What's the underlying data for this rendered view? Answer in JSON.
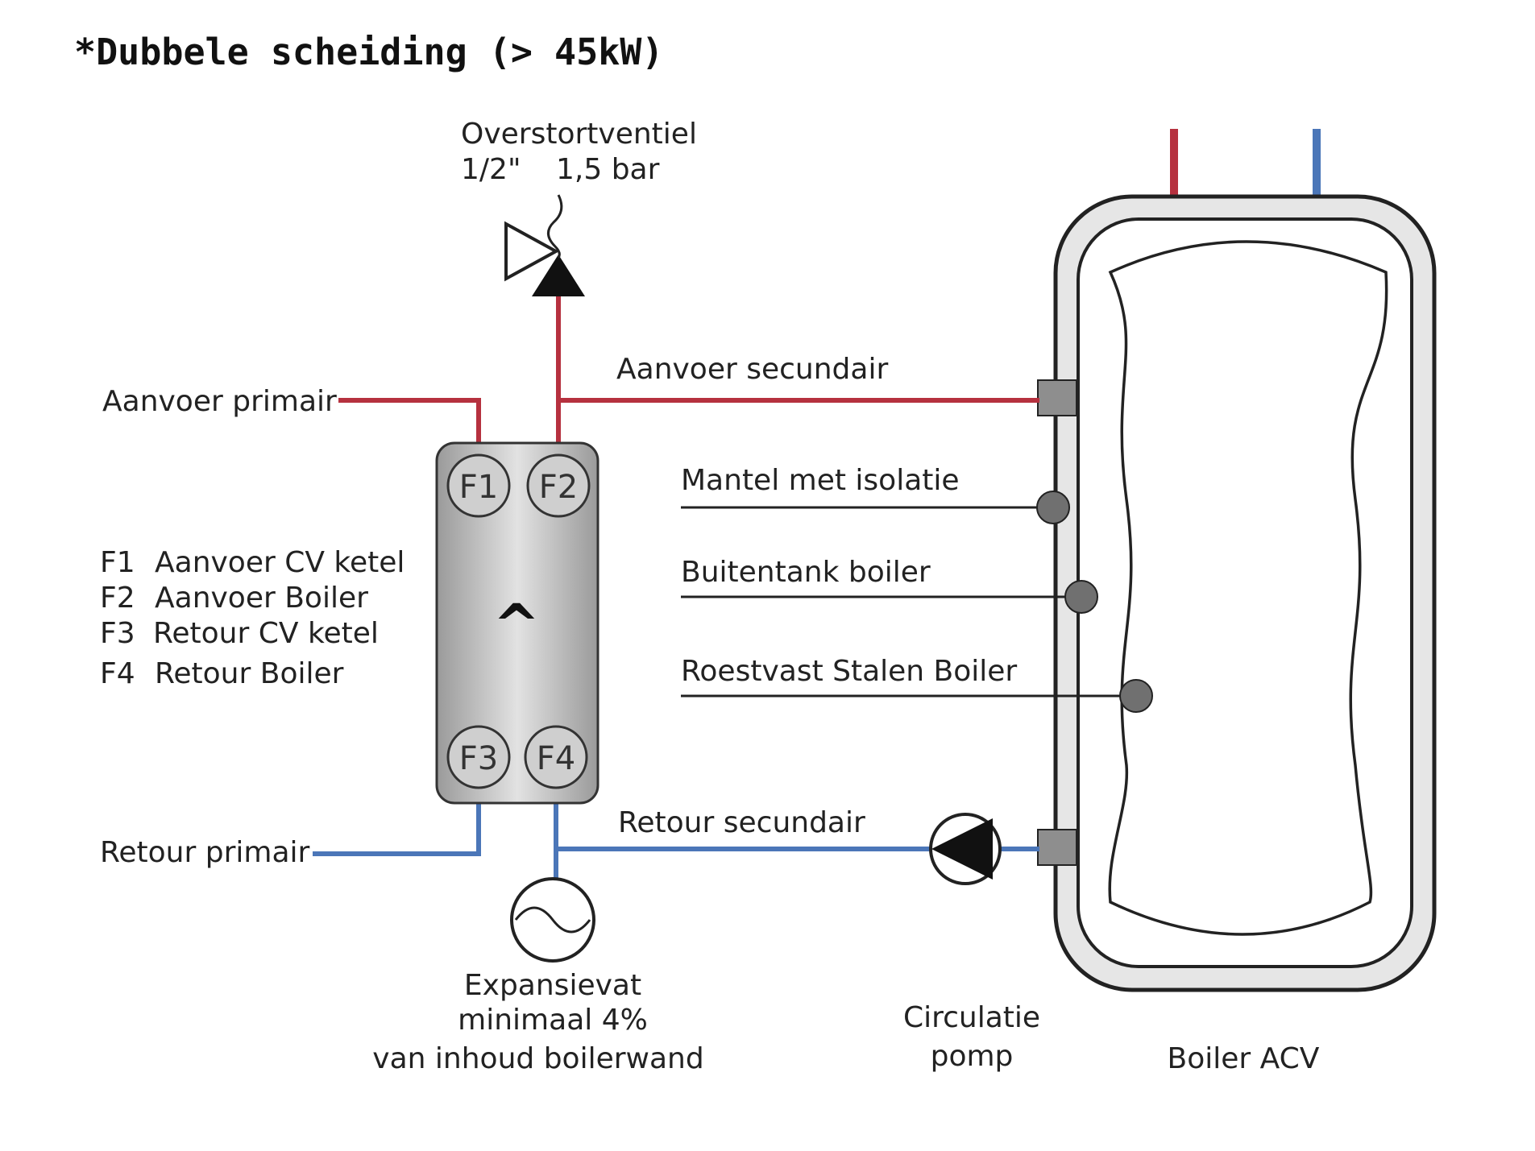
{
  "title": "*Dubbele scheiding (> 45kW)",
  "colors": {
    "supply": "#b6313f",
    "return": "#4b76b8",
    "outline": "#222222",
    "jacket_fill": "#e6e6e6",
    "node_fill": "#707070"
  },
  "relief_valve": {
    "name": "Overstortventiel",
    "size": "1/2\"",
    "pressure": "1,5 bar"
  },
  "labels": {
    "aanvoer_primair": "Aanvoer primair",
    "aanvoer_secundair": "Aanvoer secundair",
    "retour_primair": "Retour primair",
    "retour_secundair": "Retour secundair",
    "mantel": "Mantel met isolatie",
    "buitentank": "Buitentank boiler",
    "roestvast": "Roestvast Stalen Boiler",
    "boiler": "Boiler ACV"
  },
  "exchanger": {
    "symbol": "^",
    "ports": {
      "f1": "F1",
      "f2": "F2",
      "f3": "F3",
      "f4": "F4"
    }
  },
  "legend": [
    {
      "code": "F1",
      "text": "Aanvoer CV ketel"
    },
    {
      "code": "F2",
      "text": "Aanvoer Boiler"
    },
    {
      "code": "F3",
      "text": "Retour CV ketel"
    },
    {
      "code": "F4",
      "text": "Retour Boiler"
    }
  ],
  "expansion_vessel": {
    "line1": "Expansievat",
    "line2": "minimaal 4%",
    "line3": "van inhoud boilerwand"
  },
  "pump": {
    "line1": "Circulatie",
    "line2": "pomp"
  }
}
